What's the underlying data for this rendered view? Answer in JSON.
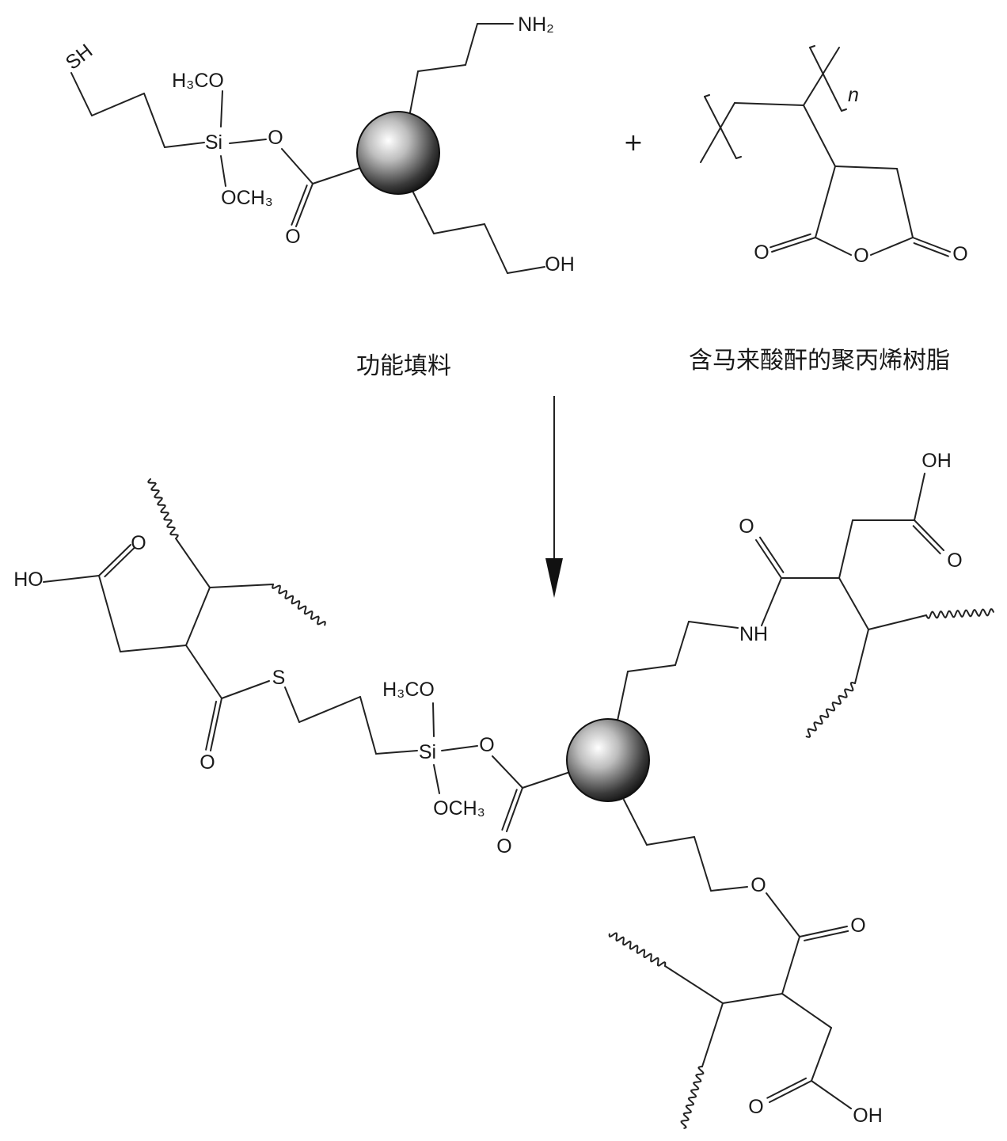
{
  "reactant_filler": {
    "caption": "功能填料",
    "labels": {
      "sh": "SH",
      "h3co": "H₃CO",
      "si": "Si",
      "och3": "OCH₃",
      "o_ester": "O",
      "o_carbonyl": "O",
      "nh2": "NH₂",
      "oh": "OH"
    }
  },
  "plus": "+",
  "reactant_resin": {
    "caption": "含马来酸酐的聚丙烯树脂",
    "labels": {
      "n": "n",
      "o_left": "O",
      "o_ring": "O",
      "o_right": "O"
    }
  },
  "product": {
    "labels": {
      "ho_left": "HO",
      "o_acid_left": "O",
      "s": "S",
      "o_thioester": "O",
      "h3co": "H₃CO",
      "si": "Si",
      "och3": "OCH₃",
      "o_ester": "O",
      "o_carbonyl": "O",
      "nh": "NH",
      "o_amide": "O",
      "oh_top": "OH",
      "o_acid_top": "O",
      "o_link": "O",
      "o_ester2": "O",
      "o_acid_bottom": "O",
      "oh_bottom": "OH"
    }
  }
}
